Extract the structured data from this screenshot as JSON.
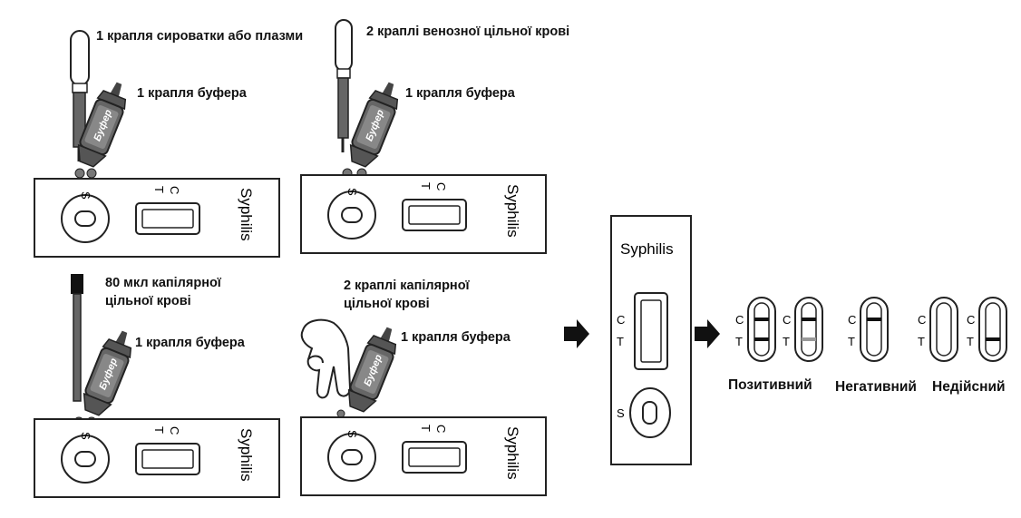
{
  "steps": [
    {
      "sample_label": "1 крапля сироватки або плазми",
      "buffer_label": "1 крапля буфера"
    },
    {
      "sample_label": "2 краплі венозної цільної крові",
      "buffer_label": "1 крапля буфера"
    },
    {
      "sample_label_line1": "80 мкл капілярної",
      "sample_label_line2": "цільної крові",
      "buffer_label": "1 крапля буфера"
    },
    {
      "sample_label_line1": "2 краплі капілярної",
      "sample_label_line2": "цільної крові",
      "buffer_label": "1 крапля буфера"
    }
  ],
  "buffer_bottle_text": "Буфер",
  "cassette": {
    "name": "Syphilis",
    "sample_mark": "S",
    "test_mark": "T",
    "control_mark": "C"
  },
  "results": {
    "positive": "Позитивний",
    "negative": "Негативний",
    "invalid": "Недійсний"
  }
}
